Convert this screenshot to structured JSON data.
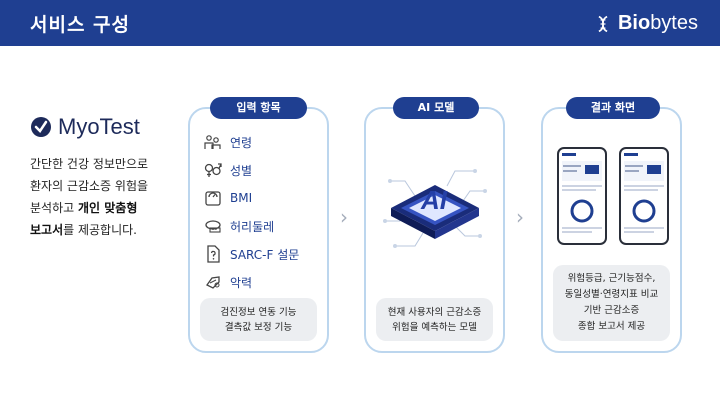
{
  "header": {
    "title": "서비스 구성",
    "brand_bold": "Bio",
    "brand_rest": "bytes",
    "brand_icon": "dna-icon"
  },
  "logo": {
    "name": "MyoTest",
    "icon": "myotest-check-icon"
  },
  "description": {
    "line1": "간단한 건강 정보만으로",
    "line2": "환자의 근감소증 위험을",
    "line3_prefix": "분석하고 ",
    "line3_bold": "개인 맞춤형",
    "line4_bold": "보고서",
    "line4_suffix": "를 제공합니다."
  },
  "cards": {
    "input": {
      "title": "입력 항목",
      "items": [
        {
          "label": "연령",
          "icon": "age-icon"
        },
        {
          "label": "성별",
          "icon": "gender-icon"
        },
        {
          "label": "BMI",
          "icon": "scale-icon"
        },
        {
          "label": "허리둘레",
          "icon": "tape-measure-icon"
        },
        {
          "label": "SARC-F 설문",
          "icon": "questionnaire-icon"
        },
        {
          "label": "악력",
          "icon": "grip-icon"
        }
      ],
      "note": "검진정보 연동 기능\n결측값 보정 기능"
    },
    "model": {
      "title": "AI 모델",
      "chip_text": "AI",
      "note": "현재 사용자의 근감소증\n위험을 예측하는 모델"
    },
    "result": {
      "title": "결과 화면",
      "note": "위험등급, 근기능점수,\n동일성별·연령지표 비교\n기반 근감소증\n종합 보고서 제공"
    }
  },
  "colors": {
    "navy": "#1f3f91",
    "card_border": "#bcd6ee",
    "note_bg": "#eceef1"
  }
}
